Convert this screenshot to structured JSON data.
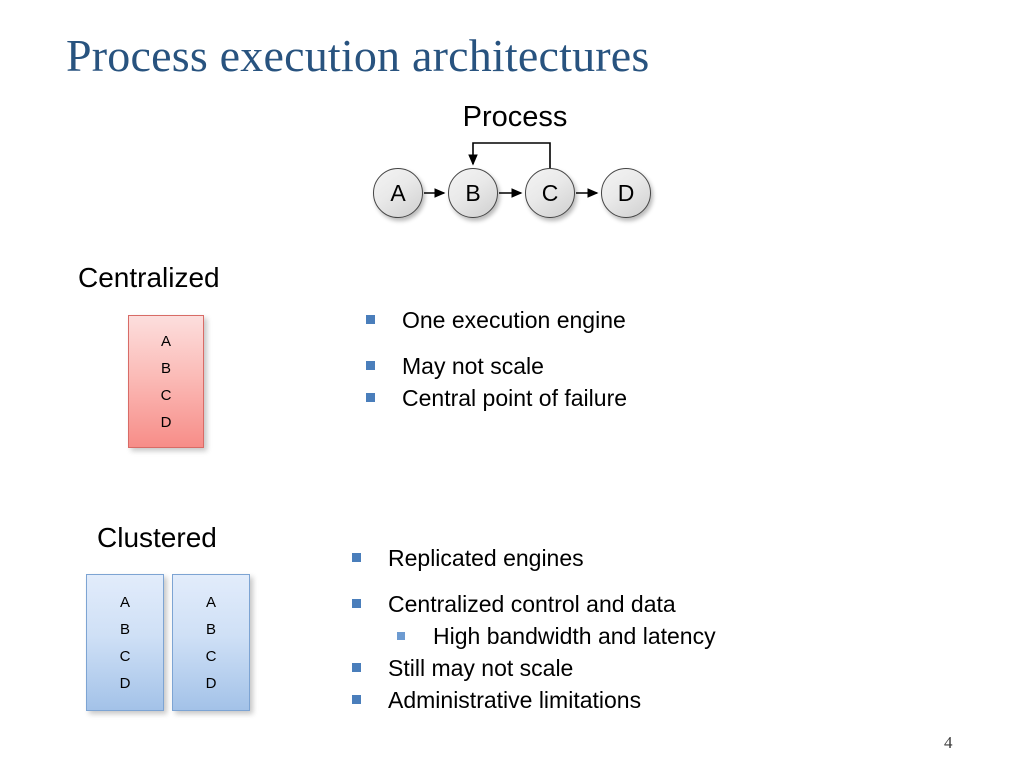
{
  "slide": {
    "title": "Process execution architectures",
    "page_number": "4",
    "title_color": "#28537f",
    "bullet_color": "#4a7ebb"
  },
  "diagram": {
    "label": "Process",
    "nodes": [
      {
        "id": "a",
        "label": "A"
      },
      {
        "id": "b",
        "label": "B"
      },
      {
        "id": "c",
        "label": "C"
      },
      {
        "id": "d",
        "label": "D"
      }
    ],
    "edges": [
      {
        "from": "A",
        "to": "B",
        "type": "forward"
      },
      {
        "from": "B",
        "to": "C",
        "type": "forward"
      },
      {
        "from": "C",
        "to": "D",
        "type": "forward"
      },
      {
        "from": "C",
        "to": "B",
        "type": "feedback"
      }
    ]
  },
  "centralized": {
    "heading": "Centralized",
    "box": {
      "color": "#f78d88",
      "items": [
        "A",
        "B",
        "C",
        "D"
      ]
    },
    "bullets": [
      {
        "level": 1,
        "text": "One execution engine"
      },
      {
        "level": 1,
        "text": "May not scale"
      },
      {
        "level": 1,
        "text": "Central point of failure"
      }
    ]
  },
  "clustered": {
    "heading": "Clustered",
    "boxes": [
      {
        "color": "#a3c2e8",
        "items": [
          "A",
          "B",
          "C",
          "D"
        ]
      },
      {
        "color": "#a3c2e8",
        "items": [
          "A",
          "B",
          "C",
          "D"
        ]
      }
    ],
    "bullets": [
      {
        "level": 1,
        "text": "Replicated engines"
      },
      {
        "level": 1,
        "text": "Centralized control and data"
      },
      {
        "level": 2,
        "text": "High bandwidth and latency"
      },
      {
        "level": 1,
        "text": "Still may not scale"
      },
      {
        "level": 1,
        "text": "Administrative limitations"
      }
    ]
  }
}
